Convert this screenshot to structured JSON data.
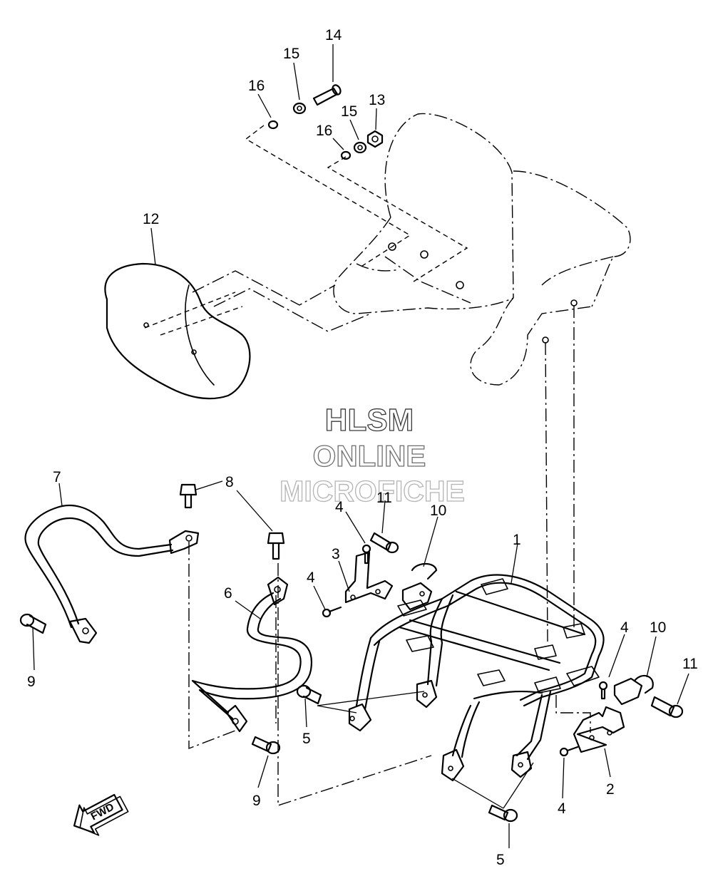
{
  "watermark": {
    "line1": "HLSM",
    "line2": "ONLINE",
    "line3": "MICROFICHE",
    "color1": "#3a3a3a",
    "color2": "#6e6e6e",
    "color3": "#b4b4b4"
  },
  "fwd_arrow": {
    "label": "FWD"
  },
  "callouts": {
    "c14": "14",
    "c15a": "15",
    "c15b": "15",
    "c16a": "16",
    "c16b": "16",
    "c13": "13",
    "c12": "12",
    "c7": "7",
    "c8": "8",
    "c11a": "11",
    "c10a": "10",
    "c4a": "4",
    "c3": "3",
    "c4b": "4",
    "c1": "1",
    "c6": "6",
    "c9a": "9",
    "c5a": "5",
    "c9b": "9",
    "c4c": "4",
    "c10b": "10",
    "c11b": "11",
    "c2": "2",
    "c4d": "4",
    "c5b": "5"
  }
}
